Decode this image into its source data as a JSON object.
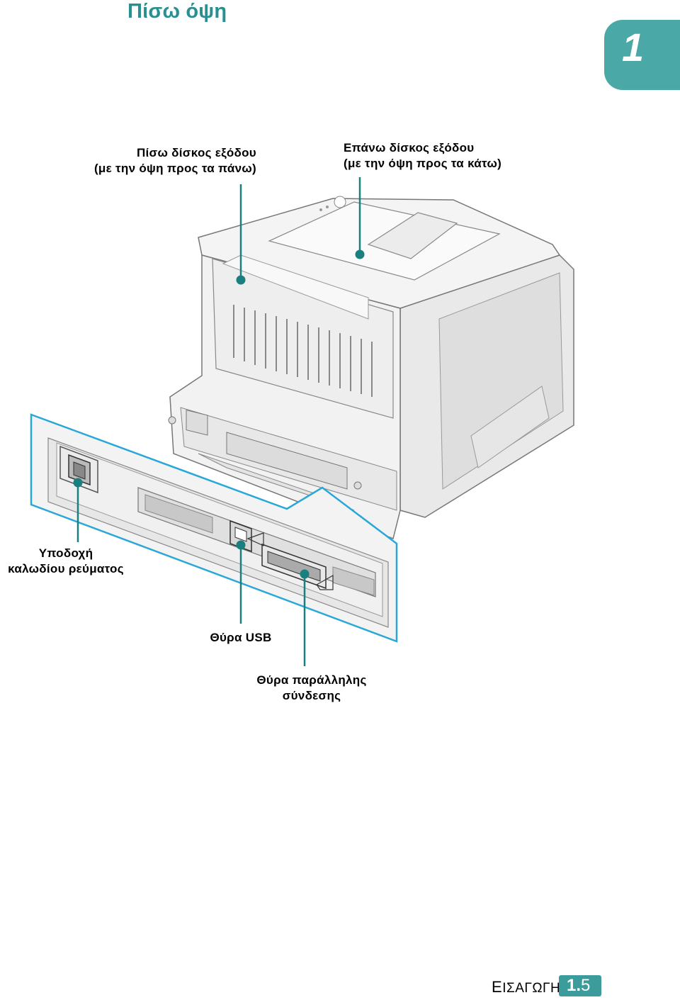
{
  "header": {
    "title": "Πίσω όψη",
    "chapter_number": "1"
  },
  "callouts": {
    "rear_tray": {
      "line1": "Πίσω δίσκος εξόδου",
      "line2": "(με την όψη προς τα πάνω)"
    },
    "top_tray": {
      "line1": "Επάνω δίσκος εξόδου",
      "line2": "(με την όψη προς τα κάτω)"
    },
    "power": {
      "line1": "Υποδοχή",
      "line2": "καλωδίου ρεύματος"
    },
    "usb": {
      "line1": "Θύρα USB"
    },
    "parallel": {
      "line1": "Θύρα παράλληλης",
      "line2": "σύνδεσης"
    }
  },
  "footer": {
    "section_first": "Ε",
    "section_rest": "ΙΣΑΓΩΓΗ",
    "page_chapter": "1.",
    "page_sub": "5"
  },
  "colors": {
    "accent": "#2a8f91",
    "tab": "#4aa8a6",
    "callout_line": "#1a7f7f",
    "inset_frame": "#29a8d8"
  },
  "icons": [
    "printer-illustration",
    "callout-dot"
  ]
}
